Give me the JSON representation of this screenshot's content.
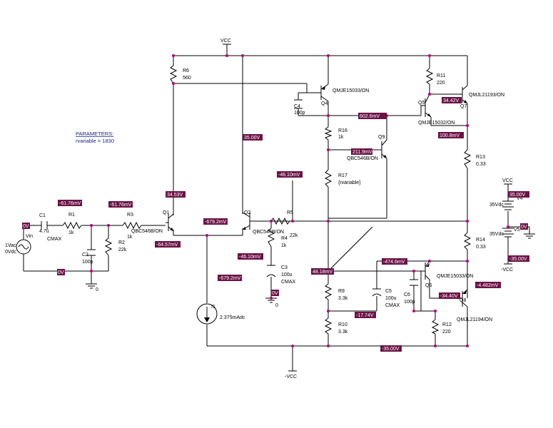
{
  "parameters": {
    "title": "PARAMETERS:",
    "assignment": "rvariable = 1830"
  },
  "supplies": {
    "vcc_top": "VCC",
    "vcc_bottom": "-VCC",
    "vcc_right_top": "VCC",
    "vcc_right_bottom": "-VCC"
  },
  "components": [
    {
      "ref": "Vin",
      "lines": [
        "Vin"
      ]
    },
    {
      "ref": "Vin_val",
      "lines": [
        "1Vac",
        "0Vdc"
      ]
    },
    {
      "ref": "C1",
      "lines": [
        "C1",
        "4.7u",
        "CMAX"
      ]
    },
    {
      "ref": "R1",
      "lines": [
        "R1",
        "1k"
      ]
    },
    {
      "ref": "C2",
      "lines": [
        "C2",
        "100p"
      ]
    },
    {
      "ref": "R2",
      "lines": [
        "R2",
        "22k"
      ]
    },
    {
      "ref": "R3",
      "lines": [
        "R3",
        "1k"
      ]
    },
    {
      "ref": "Q1",
      "lines": [
        "Q1",
        "QBC546B/ON"
      ]
    },
    {
      "ref": "R6",
      "lines": [
        "R6",
        "560"
      ]
    },
    {
      "ref": "Q2",
      "lines": [
        "Q2",
        "QBC546B/ON"
      ]
    },
    {
      "ref": "R5",
      "lines": [
        "R5",
        "22k"
      ]
    },
    {
      "ref": "R4",
      "lines": [
        "R4",
        "1k"
      ]
    },
    {
      "ref": "C3",
      "lines": [
        "C3",
        "100u",
        "CMAX"
      ]
    },
    {
      "ref": "I1",
      "lines": [
        "I1",
        "2.375mAdc"
      ]
    },
    {
      "ref": "C4",
      "lines": [
        "C4",
        "100p"
      ]
    },
    {
      "ref": "Q4",
      "lines": [
        "Q4",
        "QMJE15033/ON"
      ]
    },
    {
      "ref": "R16",
      "lines": [
        "R16",
        "1k"
      ]
    },
    {
      "ref": "Q9",
      "lines": [
        "Q9",
        "QBC546B/ON"
      ]
    },
    {
      "ref": "R17",
      "lines": [
        "R17",
        "{rvariable}"
      ]
    },
    {
      "ref": "R9",
      "lines": [
        "R9",
        "3.3k"
      ]
    },
    {
      "ref": "R10",
      "lines": [
        "R10",
        "3.3k"
      ]
    },
    {
      "ref": "C5",
      "lines": [
        "C5",
        "100u",
        "CMAX"
      ]
    },
    {
      "ref": "R11",
      "lines": [
        "R11",
        "220"
      ]
    },
    {
      "ref": "Q5",
      "lines": [
        "Q5",
        "QMJE15032/ON"
      ]
    },
    {
      "ref": "Q7",
      "lines": [
        "Q7",
        "QMJL21193/ON"
      ]
    },
    {
      "ref": "R13",
      "lines": [
        "R13",
        "0.33"
      ]
    },
    {
      "ref": "R14",
      "lines": [
        "R14",
        "0.33"
      ]
    },
    {
      "ref": "Q6",
      "lines": [
        "Q6",
        "QMJE15033/ON"
      ]
    },
    {
      "ref": "C6",
      "lines": [
        "C6",
        "100p"
      ]
    },
    {
      "ref": "Q8",
      "lines": [
        "Q8",
        "QMJL21194/ON"
      ]
    },
    {
      "ref": "R12",
      "lines": [
        "R12",
        "220"
      ]
    },
    {
      "ref": "V4",
      "lines": [
        "V4",
        "35Vdc"
      ]
    },
    {
      "ref": "V5",
      "lines": [
        "V5",
        "35Vdc"
      ]
    }
  ],
  "voltage_probes": [
    "0V",
    "-61.76mV",
    "-61.76mV",
    "0V",
    "34.53V",
    "-64.57mV",
    "-679.2mV",
    "35.00V",
    "-46.10mV",
    "-46.10mV",
    "0V",
    "-679.2mV",
    "602.6mV",
    "211.9mV",
    "34.42V",
    "100.8mV",
    "48.18mV",
    "-474.6mV",
    "-17.74V",
    "-34.40V",
    "-4.482mV",
    "-35.00V",
    "35.00V",
    "0V",
    "-35.00V"
  ],
  "ground_labels": [
    "0",
    "0"
  ]
}
